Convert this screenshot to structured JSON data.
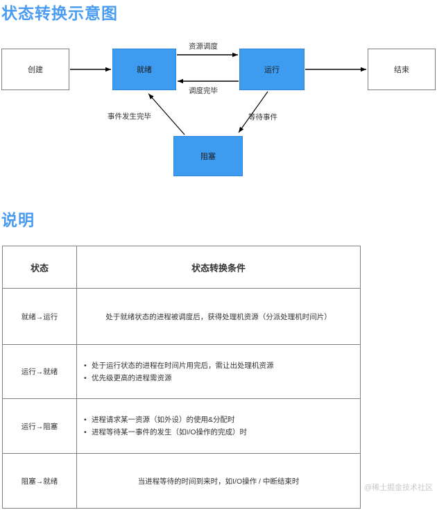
{
  "headings": {
    "diagram_title": "状态转换示意图",
    "table_title": "说明",
    "accent_color": "#4a9cf0"
  },
  "diagram": {
    "node_fill_blue": "#3d9bf0",
    "node_fill_plain": "#ffffff",
    "nodes": [
      {
        "id": "create",
        "label": "创建",
        "style": "plain"
      },
      {
        "id": "ready",
        "label": "就绪",
        "style": "blue"
      },
      {
        "id": "running",
        "label": "运行",
        "style": "blue"
      },
      {
        "id": "end",
        "label": "结束",
        "style": "plain"
      },
      {
        "id": "blocked",
        "label": "阻塞",
        "style": "blue"
      }
    ],
    "edges": [
      {
        "from": "create",
        "to": "ready",
        "label": ""
      },
      {
        "from": "ready",
        "to": "running",
        "label": "资源调度"
      },
      {
        "from": "running",
        "to": "ready",
        "label": "调度完毕"
      },
      {
        "from": "running",
        "to": "end",
        "label": ""
      },
      {
        "from": "running",
        "to": "blocked",
        "label": "等待事件"
      },
      {
        "from": "blocked",
        "to": "ready",
        "label": "事件发生完毕"
      }
    ]
  },
  "table": {
    "columns": [
      "状态",
      "状态转换条件"
    ],
    "rows": [
      {
        "state": "就绪→运行",
        "align": "center",
        "text": "处于就绪状态的进程被调度后，获得处理机资源（分派处理机时间片）",
        "bullets": []
      },
      {
        "state": "运行→就绪",
        "align": "left",
        "text": "",
        "bullets": [
          "处于运行状态的进程在时间片用完后，需让出处理机资源",
          "优先级更高的进程需资源"
        ]
      },
      {
        "state": "运行→阻塞",
        "align": "left",
        "text": "",
        "bullets": [
          "进程请求某一资源（如外设）的使用&分配时",
          "进程等待某一事件的发生（如I/O操作的完成）时"
        ]
      },
      {
        "state": "阻塞→就绪",
        "align": "center",
        "text": "当进程等待的时间到来时，如I/O操作 / 中断结束时",
        "bullets": []
      }
    ]
  },
  "watermark": {
    "text": "@稀土掘金技术社区"
  }
}
